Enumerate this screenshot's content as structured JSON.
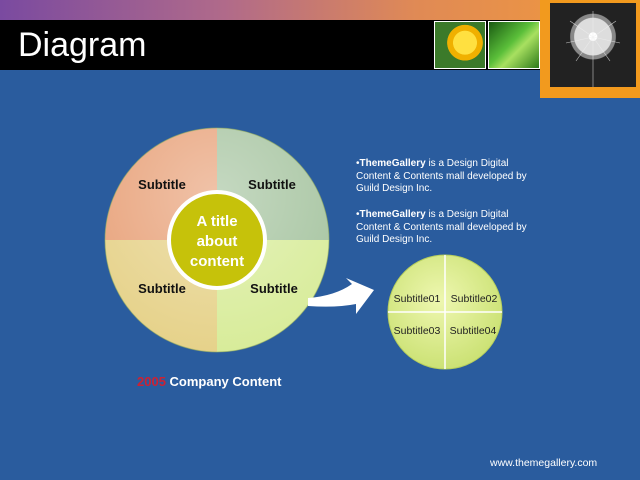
{
  "slide": {
    "title": "Diagram",
    "footer": "www.themegallery.com"
  },
  "colors": {
    "background": "#2a5c9e",
    "accent_orange": "#f29a1e",
    "center_circle": "#c6c20a",
    "year_red": "#cc2233"
  },
  "images": {
    "photo1": "yellow-rose-photo",
    "photo2": "green-leaf-photo",
    "photo3": "dandelion-photo"
  },
  "big_circle": {
    "quadrants": [
      "Subtitle",
      "Subtitle",
      "Subtitle",
      "Subtitle"
    ],
    "center_lines": [
      "A title",
      "about",
      "content"
    ]
  },
  "small_circle": {
    "quadrants": [
      "Subtitle01",
      "Subtitle02",
      "Subtitle03",
      "Subtitle04"
    ]
  },
  "bullets": [
    {
      "marker": "•",
      "brand": "ThemeGallery",
      "line1": " is a Design Digital",
      "line2": "Content & Contents mall developed by",
      "line3": "Guild Design Inc."
    },
    {
      "marker": "•",
      "brand": "ThemeGallery",
      "line1": " is a Design Digital",
      "line2": "Content & Contents mall developed by",
      "line3": "Guild Design Inc."
    }
  ],
  "caption": {
    "year": "2005",
    "text": " Company Content"
  }
}
